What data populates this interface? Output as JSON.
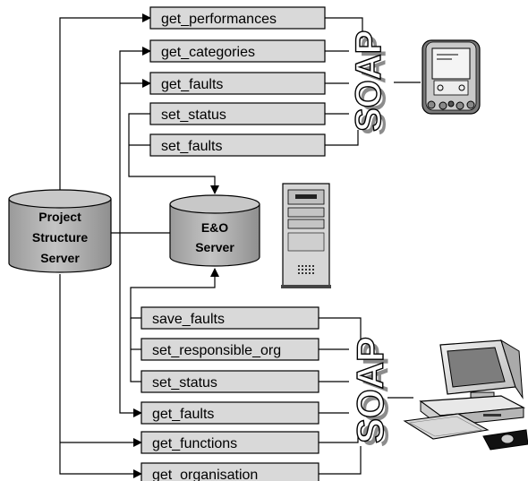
{
  "diagram": {
    "project_server": {
      "lines": [
        "Project",
        "Structure",
        "Server"
      ]
    },
    "eo_server": {
      "lines": [
        "E&O",
        "Server"
      ]
    },
    "top_group": {
      "functions": [
        "get_performances",
        "get_categories",
        "get_faults",
        "set_status",
        "set_faults"
      ],
      "protocol": "SOAP",
      "client_icon": "pda-icon"
    },
    "bottom_group": {
      "functions": [
        "save_faults",
        "set_responsible_org",
        "set_status",
        "get_faults",
        "get_functions",
        "get_organisation"
      ],
      "protocol": "SOAP",
      "client_icon": "desktop-pc-icon"
    },
    "server_icon": "tower-server-icon",
    "colors": {
      "box_fill": "#d9d9d9",
      "db_fill": "#b3b3b3",
      "line": "#000000",
      "soap_gray": "#a6a6a6"
    }
  }
}
